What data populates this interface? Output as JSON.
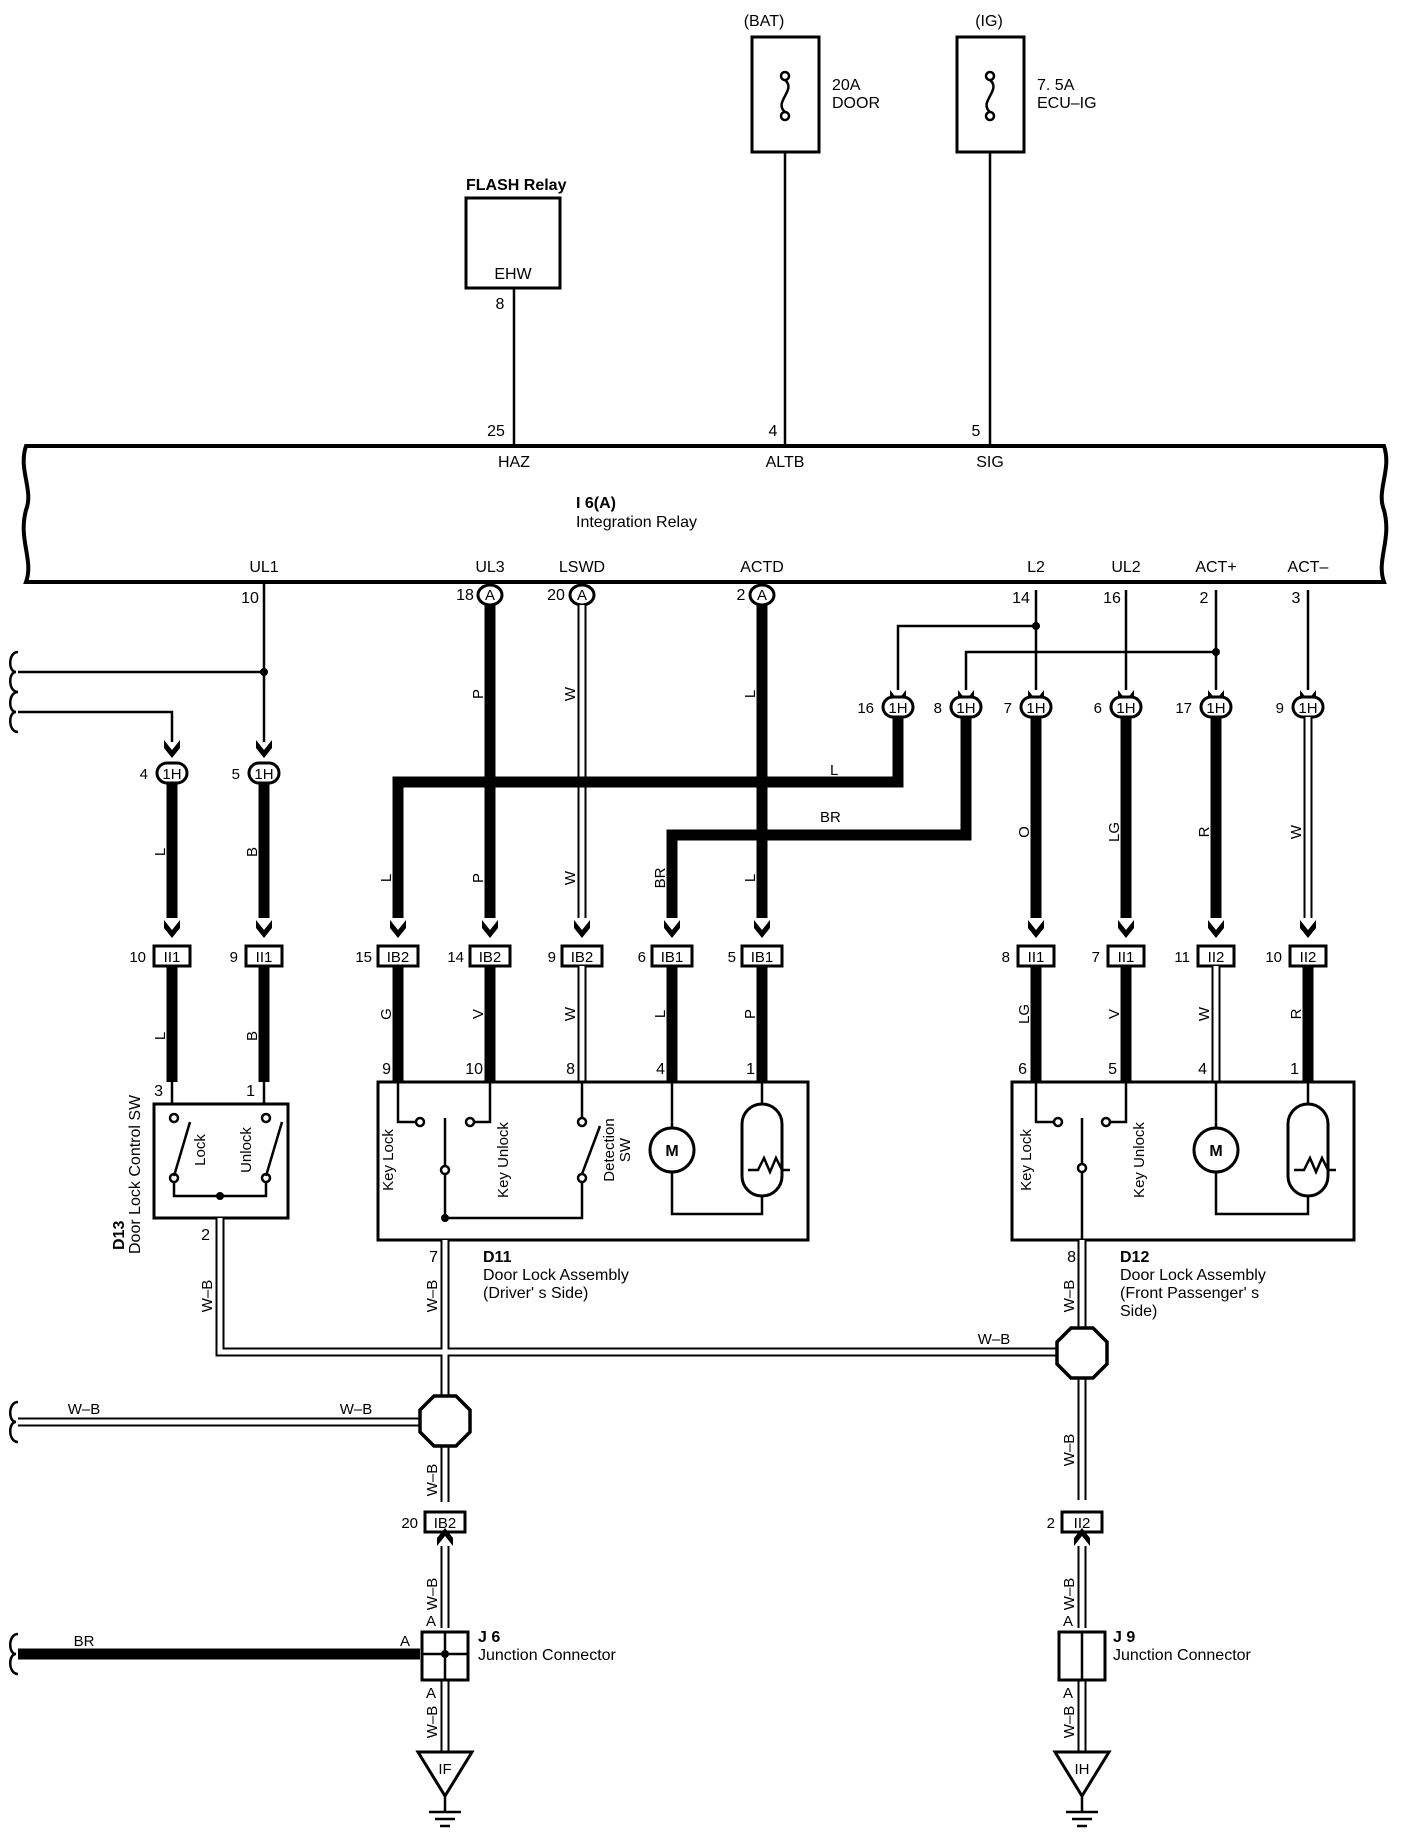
{
  "power": {
    "bat": {
      "source": "(BAT)",
      "amp": "20A",
      "name": "DOOR"
    },
    "ig": {
      "source": "(IG)",
      "amp": "7. 5A",
      "name": "ECU–IG"
    }
  },
  "flash_relay": {
    "title": "FLASH Relay",
    "pin_label": "EHW",
    "pin": "8"
  },
  "integration_relay": {
    "id": "I 6(A)",
    "name": "Integration Relay",
    "top_pins": [
      {
        "num": "25",
        "label": "HAZ"
      },
      {
        "num": "4",
        "label": "ALTB"
      },
      {
        "num": "5",
        "label": "SIG"
      }
    ],
    "bottom_pins": [
      {
        "num": "10",
        "label": "UL1"
      },
      {
        "num": "18",
        "label": "UL3",
        "conn": "A"
      },
      {
        "num": "20",
        "label": "LSWD",
        "conn": "A"
      },
      {
        "num": "2",
        "label": "ACTD",
        "conn": "A"
      },
      {
        "num": "14",
        "label": "L2"
      },
      {
        "num": "16",
        "label": "UL2"
      },
      {
        "num": "2",
        "label": "ACT+"
      },
      {
        "num": "3",
        "label": "ACT–"
      }
    ]
  },
  "junctions_1h": [
    {
      "pin": "4",
      "id": "1H"
    },
    {
      "pin": "5",
      "id": "1H"
    },
    {
      "pin": "16",
      "id": "1H"
    },
    {
      "pin": "8",
      "id": "1H"
    },
    {
      "pin": "7",
      "id": "1H"
    },
    {
      "pin": "6",
      "id": "1H"
    },
    {
      "pin": "17",
      "id": "1H"
    },
    {
      "pin": "9",
      "id": "1H"
    }
  ],
  "connectors": [
    {
      "pin": "10",
      "id": "II1"
    },
    {
      "pin": "9",
      "id": "II1"
    },
    {
      "pin": "15",
      "id": "IB2"
    },
    {
      "pin": "14",
      "id": "IB2"
    },
    {
      "pin": "9",
      "id": "IB2"
    },
    {
      "pin": "6",
      "id": "IB1"
    },
    {
      "pin": "5",
      "id": "IB1"
    },
    {
      "pin": "8",
      "id": "II1"
    },
    {
      "pin": "7",
      "id": "II1"
    },
    {
      "pin": "11",
      "id": "II2"
    },
    {
      "pin": "10",
      "id": "II2"
    },
    {
      "pin": "20",
      "id": "IB2"
    },
    {
      "pin": "2",
      "id": "II2"
    }
  ],
  "wire_colors": {
    "l": "L",
    "b": "B",
    "p": "P",
    "w": "W",
    "br": "BR",
    "o": "O",
    "lg": "LG",
    "r": "R",
    "g": "G",
    "v": "V",
    "wb": "W–B",
    "a": "A"
  },
  "d13": {
    "id": "D13",
    "name": "Door Lock Control SW",
    "lock": "Lock",
    "unlock": "Unlock",
    "pins": [
      "3",
      "1",
      "2"
    ]
  },
  "d11": {
    "id": "D11",
    "name": "Door Lock Assembly",
    "side": "(Driver' s Side)",
    "key_lock": "Key Lock",
    "key_unlock": "Key Unlock",
    "detection": "Detection",
    "sw": "SW",
    "motor": "M",
    "pins": [
      "9",
      "10",
      "8",
      "4",
      "1",
      "7"
    ]
  },
  "d12": {
    "id": "D12",
    "name": "Door Lock Assembly",
    "side1": "(Front Passenger' s",
    "side2": "Side)",
    "key_lock": "Key Lock",
    "key_unlock": "Key Unlock",
    "motor": "M",
    "pins": [
      "6",
      "5",
      "4",
      "1",
      "8"
    ]
  },
  "j6": {
    "id": "J 6",
    "name": "Junction Connector"
  },
  "j9": {
    "id": "J 9",
    "name": "Junction Connector"
  },
  "grounds": {
    "left": "IF",
    "right": "IH"
  }
}
